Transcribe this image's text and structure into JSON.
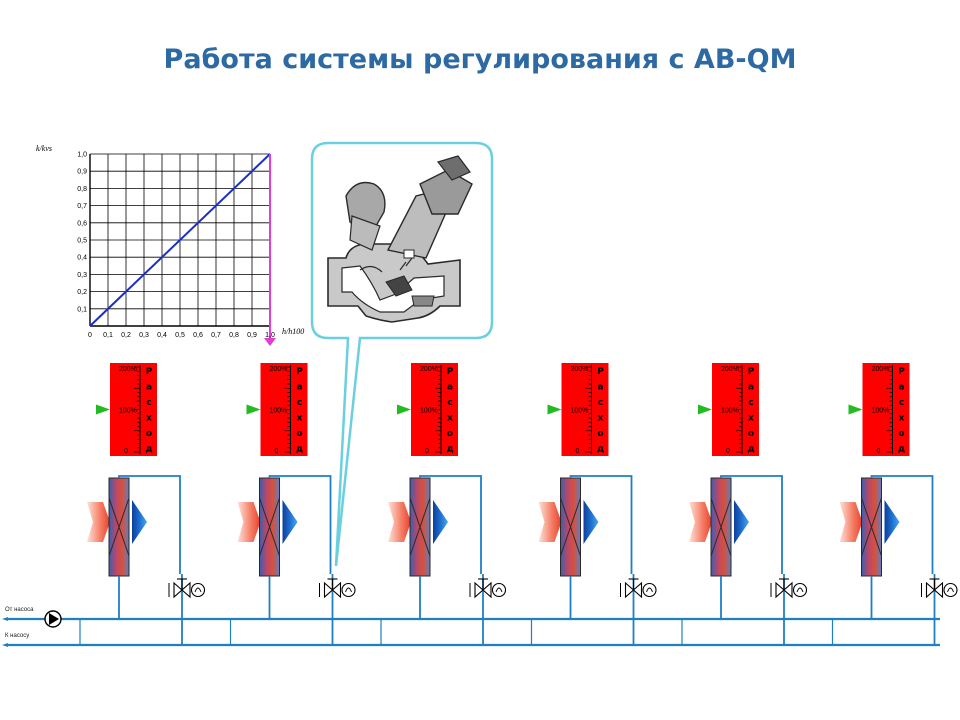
{
  "title": "Работа системы регулирования с AB-QM",
  "chart_data": {
    "type": "line",
    "xlabel": "h/h100",
    "ylabel": "k/kvs",
    "xlim": [
      0,
      1.0
    ],
    "ylim": [
      0,
      1.0
    ],
    "grid": true,
    "x_ticks": [
      "0",
      "0,1",
      "0,2",
      "0,3",
      "0,4",
      "0,5",
      "0,6",
      "0,7",
      "0,8",
      "0,9",
      "1,0"
    ],
    "y_ticks": [
      "0,1",
      "0,2",
      "0,3",
      "0,4",
      "0,5",
      "0,6",
      "0,7",
      "0,8",
      "0,9",
      "1,0"
    ],
    "series": [
      {
        "x": [
          0,
          1.0
        ],
        "y": [
          0,
          1.0
        ],
        "color": "#1a2fc8"
      }
    ],
    "marker": {
      "x": 1.0,
      "color": "#e23bd6"
    }
  },
  "gauges": {
    "word": "Расход",
    "scale_top": "200%",
    "scale_mid": "100%",
    "scale_bottom": "0",
    "indicator_level": 0.5,
    "count": 6
  },
  "pipes": {
    "supply_label": "От насоса",
    "return_label": "К насосу"
  },
  "colors": {
    "title": "#2d6aa3",
    "pipe": "#1f7fc4",
    "gauge": "#ff0000",
    "indicator": "#22bb22",
    "callout": "#6ad0e0",
    "hot": "#e8402a",
    "cold": "#1e6fd0"
  },
  "icons": {
    "valve_cutaway": "valve-cutaway-icon",
    "pump": "pump-icon",
    "heat_exchanger": "heat-exchanger-icon",
    "control_valve": "control-valve-icon"
  }
}
